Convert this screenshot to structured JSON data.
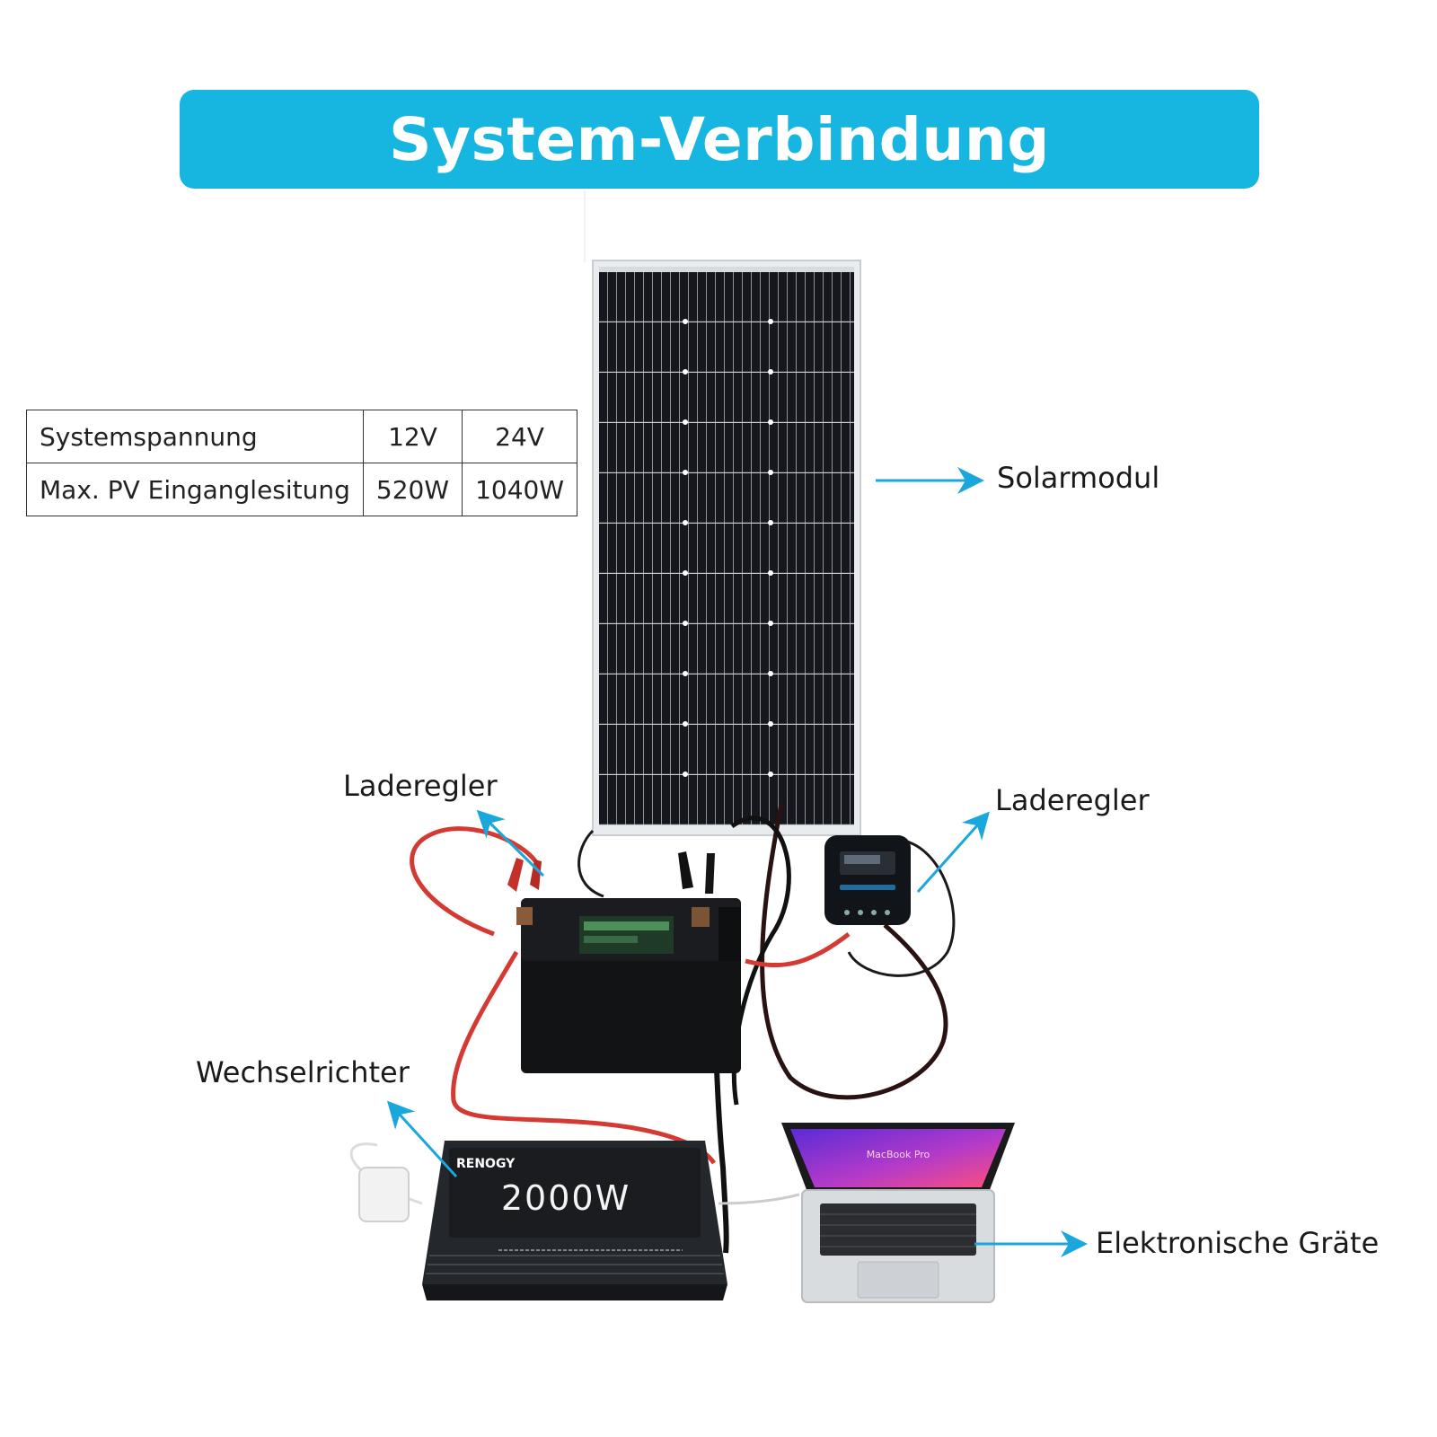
{
  "title": "System-Verbindung",
  "colors": {
    "accent": "#17b6e0",
    "arrow": "#1aa7dc",
    "title_text": "#ffffff"
  },
  "spec_table": {
    "rows": [
      [
        "Systemspannung",
        "12V",
        "24V"
      ],
      [
        "Max. PV Einganglesitung",
        "520W",
        "1040W"
      ]
    ]
  },
  "labels": {
    "solar_module": "Solarmodul",
    "charge_controller_left": "Laderegler",
    "charge_controller_right": "Laderegler",
    "inverter": "Wechselrichter",
    "devices": "Elektronische Gräte"
  },
  "inverter": {
    "brand": "RENOGY",
    "power": "2000W"
  },
  "laptop": {
    "screen_text": "MacBook Pro"
  }
}
